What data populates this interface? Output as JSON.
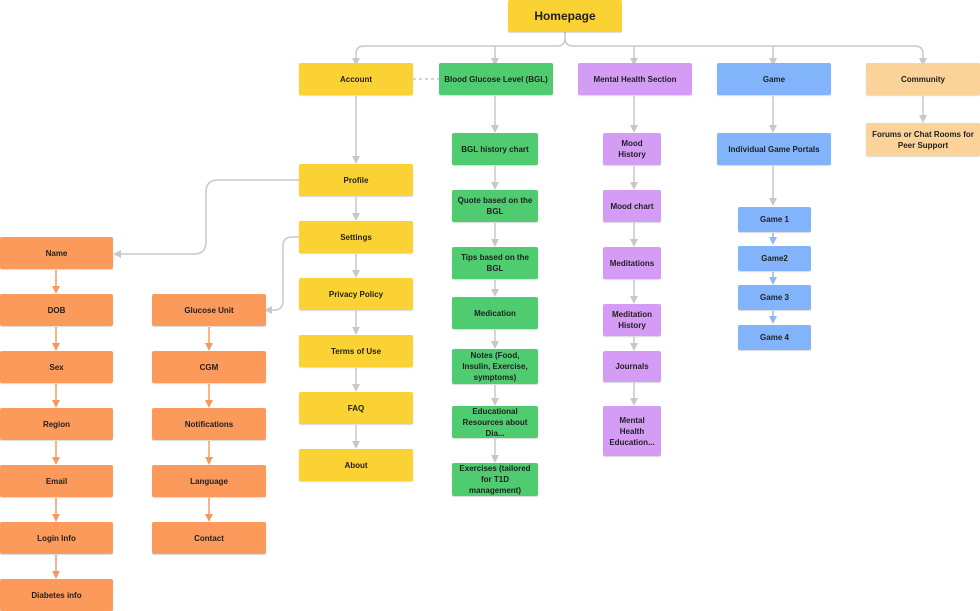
{
  "homepage": "Homepage",
  "account": {
    "title": "Account",
    "items": [
      "Profile",
      "Settings",
      "Privacy Policy",
      "Terms of Use",
      "FAQ",
      "About"
    ]
  },
  "profile_fields": [
    "Name",
    "DOB",
    "Sex",
    "Region",
    "Email",
    "Login Info",
    "Diabetes info"
  ],
  "settings_fields": [
    "Glucose Unit",
    "CGM",
    "Notifications",
    "Language",
    "Contact"
  ],
  "bgl": {
    "title": "Blood Glucose Level (BGL)",
    "items": [
      "BGL history chart",
      "Quote based on the BGL",
      "Tips based on the BGL",
      "Medication",
      "Notes (Food, Insulin, Exercise, symptoms)",
      "Educational Resources about Dia...",
      "Exercises (tailored for T1D management)"
    ]
  },
  "mental": {
    "title": "Mental Health Section",
    "items": [
      "Mood History",
      "Mood chart",
      "Meditations",
      "Meditation History",
      "Journals",
      "Mental Health Education..."
    ]
  },
  "game": {
    "title": "Game",
    "portal": "Individual Game Portals",
    "items": [
      "Game 1",
      "Game2",
      "Game 3",
      "Game 4"
    ]
  },
  "community": {
    "title": "Community",
    "item": "Forums or Chat Rooms for Peer Support"
  },
  "colors": {
    "yellow": "#fbd233",
    "green": "#4fcc70",
    "purple": "#d59cf5",
    "blue": "#82b4fb",
    "peach": "#fbd29a",
    "orange": "#fb9a5b",
    "connector": "#c8c8c8",
    "orange_arrow": "#f59a5e",
    "blue_arrow": "#8fb8f5"
  }
}
